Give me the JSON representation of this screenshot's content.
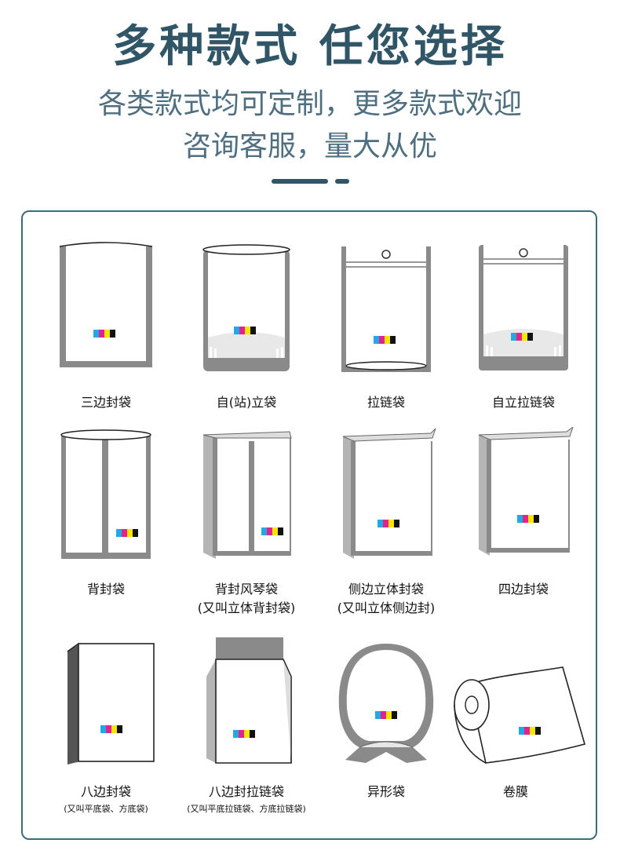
{
  "header": {
    "title": "多种款式 任您选择",
    "subtitle_line1": "各类款式均可定制，更多款式欢迎",
    "subtitle_line2": "咨询客服，量大从优"
  },
  "colors": {
    "accent": "#2f5566",
    "panel_border": "#3d6a7c",
    "cmyk": [
      "#22a8e6",
      "#e6228a",
      "#f5e600",
      "#111111"
    ]
  },
  "items": [
    {
      "name": "三边封袋",
      "note": ""
    },
    {
      "name": "自(站)立袋",
      "note": ""
    },
    {
      "name": "拉链袋",
      "note": ""
    },
    {
      "name": "自立拉链袋",
      "note": ""
    },
    {
      "name": "背封袋",
      "note": ""
    },
    {
      "name": "背封风琴袋",
      "note": "(又叫立体背封袋)"
    },
    {
      "name": "侧边立体封袋",
      "note": "(又叫立体侧边封)"
    },
    {
      "name": "四边封袋",
      "note": ""
    },
    {
      "name": "八边封袋",
      "note": "(又叫平底袋、方底袋)"
    },
    {
      "name": "八边封拉链袋",
      "note": "(又叫平底拉链袋、方底拉链袋)"
    },
    {
      "name": "异形袋",
      "note": ""
    },
    {
      "name": "卷膜",
      "note": ""
    }
  ]
}
